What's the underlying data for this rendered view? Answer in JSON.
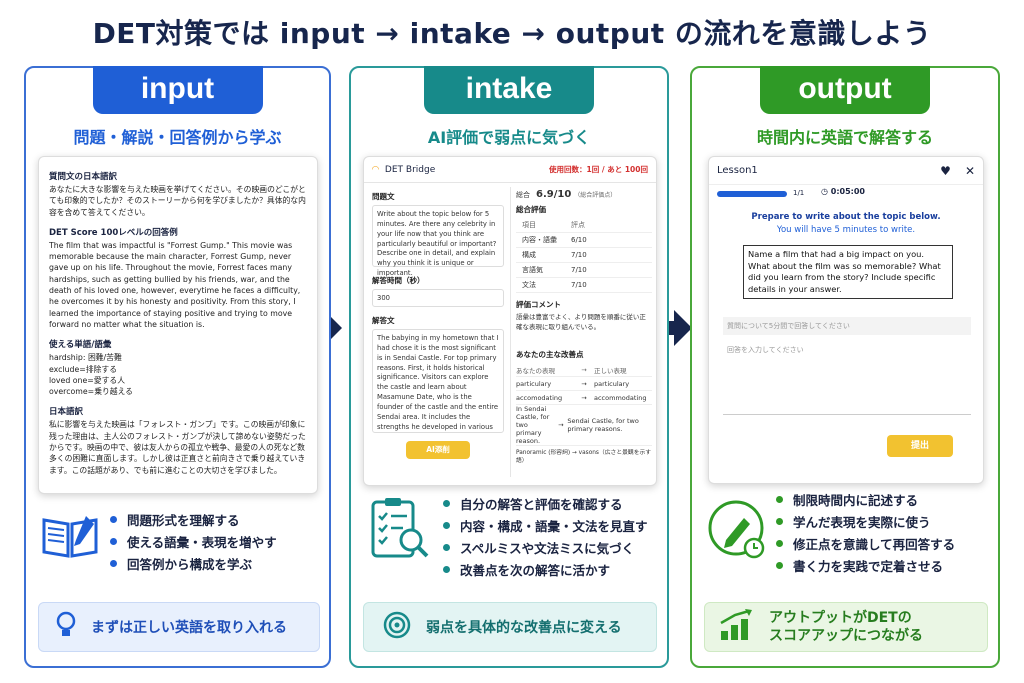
{
  "title": "DET対策では input → intake → output の流れを意識しよう",
  "colors": {
    "input": "#1f5fd6",
    "intake": "#178a8a",
    "output": "#2f9a26",
    "title": "#17264d"
  },
  "input": {
    "tab": "input",
    "subtitle": "問題・解説・回答例から学ぶ",
    "doc": {
      "h1": "質問文の日本語訳",
      "p1": "あなたに大きな影響を与えた映画を挙げてください。その映画のどこがとても印象的でしたか？そのストーリーから何を学びましたか？具体的な内容を含めて答えてください。",
      "h2": "DET Score 100レベルの回答例",
      "p2": "The film that was impactful is \"Forrest Gump.\" This movie was memorable because the main character, Forrest Gump, never gave up on his life. Throughout the movie, Forrest faces many hardships, such as getting bullied by his friends, war, and the death of his loved one, however, everytime he faces a difficulty, he overcomes it by his honesty and positivity. From this story, I learned the importance of staying positive and trying to move forward no matter what the situation is.",
      "h3": "使える単語/語彙",
      "vocab": [
        "hardship: 困難/苦難",
        "exclude=排除する",
        "loved one=愛する人",
        "overcome=乗り越える"
      ],
      "h4": "日本語訳",
      "p4": "私に影響を与えた映画は「フォレスト・ガンプ」です。この映画が印象に残った理由は、主人公のフォレスト・ガンプが決して諦めない姿勢だったからです。映画の中で、彼は友人からの孤立や戦争、最愛の人の死など数多くの困難に直面します。しかし彼は正直さと前向きさで乗り越えていきます。この話題があり、でも前に進むことの大切さを学びました。"
    },
    "bullets": [
      "問題形式を理解する",
      "使える語彙・表現を増やす",
      "回答例から構成を学ぶ"
    ],
    "banner": "まずは正しい英語を取り入れる",
    "icon": "book-icon",
    "banner_icon": "lightbulb-icon"
  },
  "intake": {
    "tab": "intake",
    "subtitle": "AI評価で弱点に気づく",
    "app": {
      "brand": "DET Bridge",
      "usage": "使用回数：1回 / あと 100回",
      "q_label": "問題文",
      "q_text": "Write about the topic below for 5 minutes. Are there any celebrity in your life now that you think are particularly beautiful or important? Describe one in detail, and explain why you think it is unique or important.",
      "time_label": "解答時間（秒）",
      "time_value": "300",
      "ans_label": "解答文",
      "ans_text": "The babying in my hometown that I had chose it is the most significant is in Sendai Castle. For top primary reasons. First, it holds historical significance. Visitors can explore the castle and learn about Masamune Date, who is the founder of the castle and the entire Sendai area. It includes the strengths he developed in various battles and how he lost the war. Second, the castle offer stunning panoramic",
      "ai_button": "AI添削",
      "total_label": "総合",
      "total_value": "6.9/10",
      "total_note": "（総合評価点）",
      "eval_label": "総合評価",
      "eval_head": [
        "項目",
        "評点"
      ],
      "scores": [
        {
          "item": "内容・語彙",
          "score": "6/10"
        },
        {
          "item": "構成",
          "score": "7/10"
        },
        {
          "item": "言語気",
          "score": "7/10"
        },
        {
          "item": "文法",
          "score": "7/10"
        }
      ],
      "comment_label": "評価コメント",
      "comment_text": "語彙は豊富でよく、より問題を順番に従い正確な表現に取り組んでいる。",
      "fix_label": "あなたの主な改善点",
      "fix_head": [
        "あなたの表現",
        "正しい表現"
      ],
      "fixes": [
        {
          "from": "particulary",
          "to": "particulary"
        },
        {
          "from": "accomodating",
          "to": "accommodating"
        },
        {
          "from": "In Sendai Castle, for two primary reason.",
          "to": "Sendai Castle, for two primary reasons."
        }
      ],
      "fix_note": "Panoramic (形容詞) → vasons（広さと景観を示す語）"
    },
    "bullets": [
      "自分の解答と評価を確認する",
      "内容・構成・語彙・文法を見直す",
      "スペルミスや文法ミスに気づく",
      "改善点を次の解答に活かす"
    ],
    "banner": "弱点を具体的な改善点に変える",
    "icon": "checklist-search-icon",
    "banner_icon": "target-icon"
  },
  "output": {
    "tab": "output",
    "subtitle": "時間内に英語で解答する",
    "app": {
      "lesson": "Lesson1",
      "progress_count": "1/1",
      "progress_fraction": 1.0,
      "timer": "0:05:00",
      "prep1": "Prepare to write about the topic below.",
      "prep2": "You will have 5 minutes to write.",
      "prompt": "Name a film that had a big impact on you. What about the film was so memorable? What did you learn from the story? Include specific details in your answer.",
      "instruction": "質問について5分間で回答してください",
      "placeholder": "回答を入力してください",
      "submit": "提出"
    },
    "bullets": [
      "制限時間内に記述する",
      "学んだ表現を実際に使う",
      "修正点を意識して再回答する",
      "書く力を実践で定着させる"
    ],
    "banner1": "アウトプットがDETの",
    "banner2": "スコアアップにつながる",
    "icon": "pencil-clock-icon",
    "banner_icon": "growth-chart-icon"
  }
}
